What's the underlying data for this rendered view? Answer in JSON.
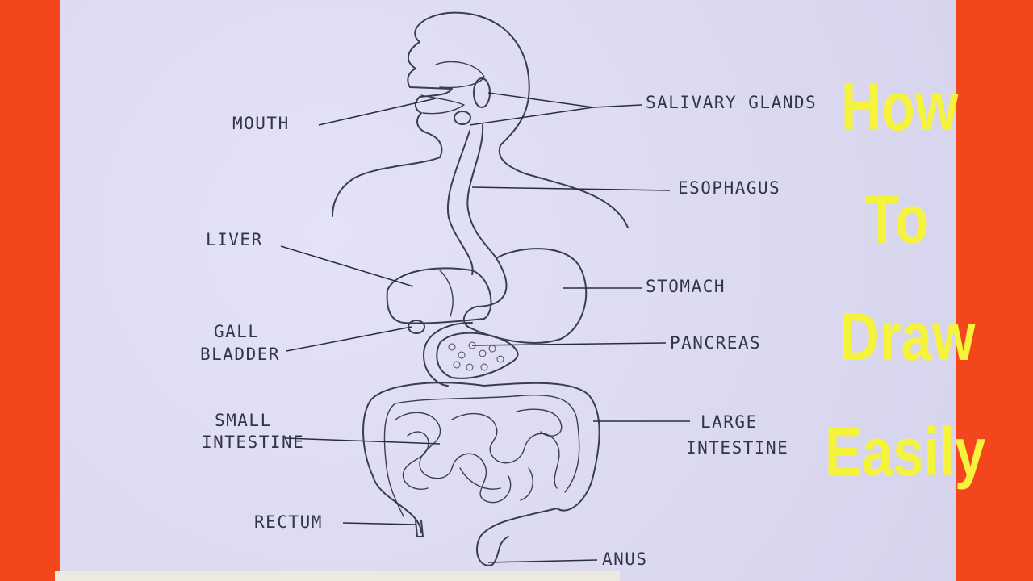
{
  "diagram": {
    "labels": {
      "mouth": "MOUTH",
      "salivary_glands": "SALIVARY GLANDS",
      "esophagus": "ESOPHAGUS",
      "liver": "LIVER",
      "stomach": "STOMACH",
      "gall_bladder_1": "GALL",
      "gall_bladder_2": "BLADDER",
      "pancreas": "PANCREAS",
      "small_intestine_1": "SMALL",
      "small_intestine_2": "INTESTINE",
      "large_intestine_1": "LARGE",
      "large_intestine_2": "INTESTINE",
      "rectum": "RECTUM",
      "anus": "ANUS"
    }
  },
  "title": {
    "line1": "How",
    "line2": "To",
    "line3": "Draw",
    "line4": "Easily"
  },
  "colors": {
    "background": "#f4461c",
    "paper": "#dcdaf0",
    "title_text": "#f6f33c",
    "pencil": "#3b3b52"
  }
}
